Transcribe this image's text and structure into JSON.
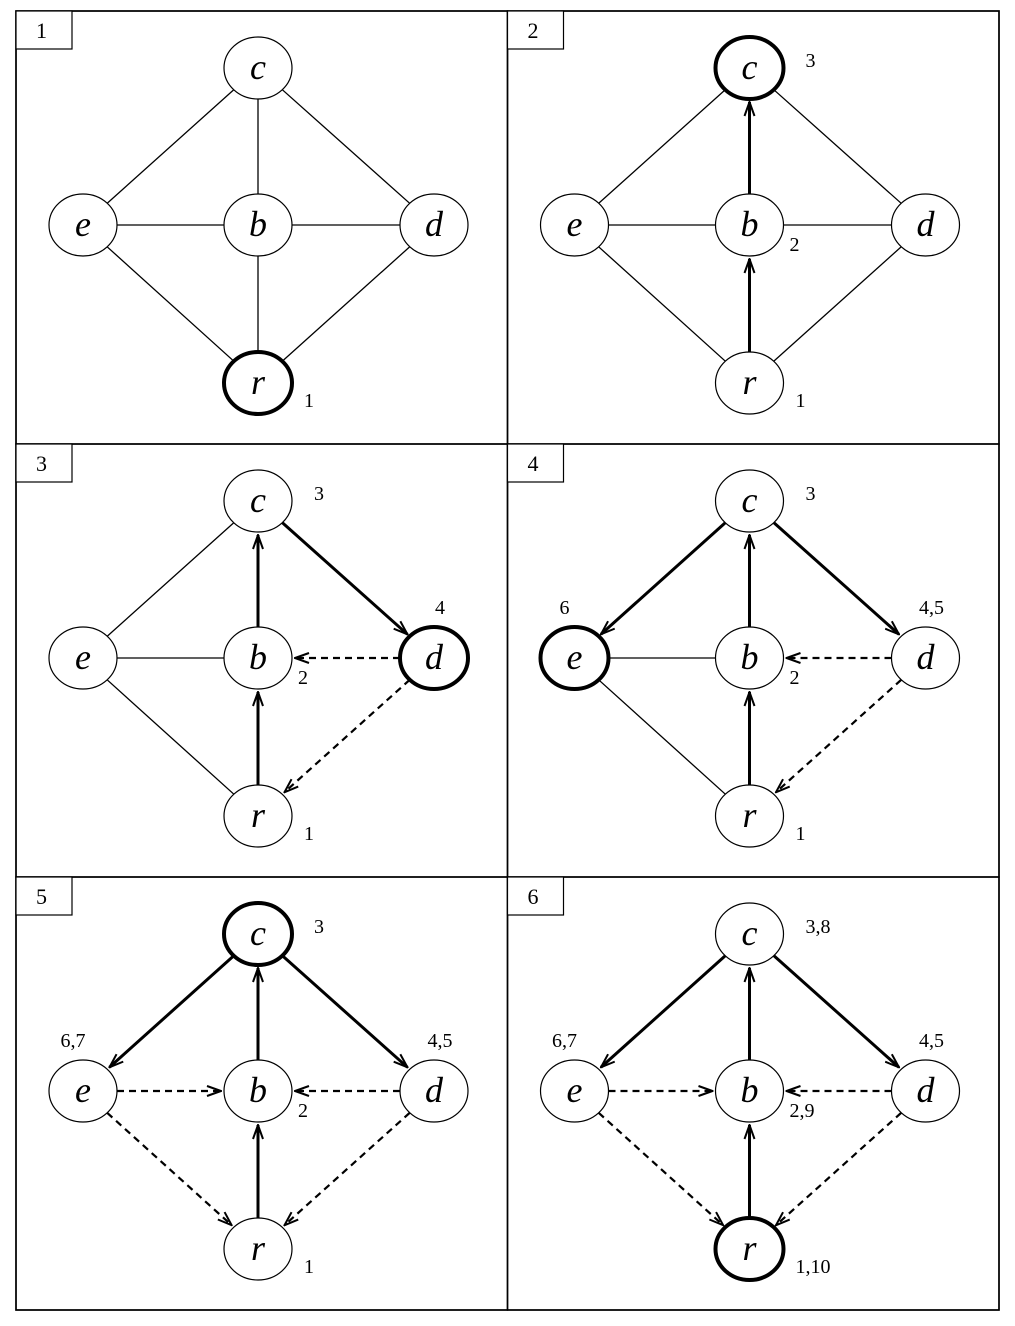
{
  "nodes": [
    {
      "id": "c",
      "label": "c"
    },
    {
      "id": "e",
      "label": "e"
    },
    {
      "id": "b",
      "label": "b"
    },
    {
      "id": "d",
      "label": "d"
    },
    {
      "id": "r",
      "label": "r"
    }
  ],
  "panels": [
    {
      "number": "1",
      "highlight": "r",
      "labels": {
        "r": "1"
      },
      "edges": [
        {
          "from": "c",
          "to": "e",
          "style": "plain"
        },
        {
          "from": "c",
          "to": "b",
          "style": "plain"
        },
        {
          "from": "c",
          "to": "d",
          "style": "plain"
        },
        {
          "from": "e",
          "to": "b",
          "style": "plain"
        },
        {
          "from": "b",
          "to": "d",
          "style": "plain"
        },
        {
          "from": "e",
          "to": "r",
          "style": "plain"
        },
        {
          "from": "b",
          "to": "r",
          "style": "plain"
        },
        {
          "from": "d",
          "to": "r",
          "style": "plain"
        }
      ]
    },
    {
      "number": "2",
      "highlight": "c",
      "labels": {
        "c": "3",
        "b": "2",
        "r": "1"
      },
      "edges": [
        {
          "from": "c",
          "to": "e",
          "style": "plain"
        },
        {
          "from": "c",
          "to": "d",
          "style": "plain"
        },
        {
          "from": "e",
          "to": "b",
          "style": "plain"
        },
        {
          "from": "b",
          "to": "d",
          "style": "plain"
        },
        {
          "from": "e",
          "to": "r",
          "style": "plain"
        },
        {
          "from": "d",
          "to": "r",
          "style": "plain"
        },
        {
          "from": "r",
          "to": "b",
          "style": "tree"
        },
        {
          "from": "b",
          "to": "c",
          "style": "tree"
        }
      ]
    },
    {
      "number": "3",
      "highlight": "d",
      "labels": {
        "c": "3",
        "d": "4",
        "b": "2",
        "r": "1"
      },
      "edges": [
        {
          "from": "c",
          "to": "e",
          "style": "plain"
        },
        {
          "from": "e",
          "to": "b",
          "style": "plain"
        },
        {
          "from": "e",
          "to": "r",
          "style": "plain"
        },
        {
          "from": "r",
          "to": "b",
          "style": "tree"
        },
        {
          "from": "b",
          "to": "c",
          "style": "tree"
        },
        {
          "from": "c",
          "to": "d",
          "style": "tree"
        },
        {
          "from": "d",
          "to": "b",
          "style": "back"
        },
        {
          "from": "d",
          "to": "r",
          "style": "back"
        }
      ]
    },
    {
      "number": "4",
      "highlight": "e",
      "labels": {
        "c": "3",
        "d": "4,5",
        "e": "6",
        "b": "2",
        "r": "1"
      },
      "edges": [
        {
          "from": "e",
          "to": "b",
          "style": "plain"
        },
        {
          "from": "e",
          "to": "r",
          "style": "plain"
        },
        {
          "from": "r",
          "to": "b",
          "style": "tree"
        },
        {
          "from": "b",
          "to": "c",
          "style": "tree"
        },
        {
          "from": "c",
          "to": "d",
          "style": "tree"
        },
        {
          "from": "c",
          "to": "e",
          "style": "tree"
        },
        {
          "from": "d",
          "to": "b",
          "style": "back"
        },
        {
          "from": "d",
          "to": "r",
          "style": "back"
        }
      ]
    },
    {
      "number": "5",
      "highlight": "c",
      "labels": {
        "c": "3",
        "d": "4,5",
        "e": "6,7",
        "b": "2",
        "r": "1"
      },
      "edges": [
        {
          "from": "r",
          "to": "b",
          "style": "tree"
        },
        {
          "from": "b",
          "to": "c",
          "style": "tree"
        },
        {
          "from": "c",
          "to": "d",
          "style": "tree"
        },
        {
          "from": "c",
          "to": "e",
          "style": "tree"
        },
        {
          "from": "d",
          "to": "b",
          "style": "back"
        },
        {
          "from": "d",
          "to": "r",
          "style": "back"
        },
        {
          "from": "e",
          "to": "b",
          "style": "back"
        },
        {
          "from": "e",
          "to": "r",
          "style": "back"
        }
      ]
    },
    {
      "number": "6",
      "highlight": "r",
      "labels": {
        "c": "3,8",
        "d": "4,5",
        "e": "6,7",
        "b": "2,9",
        "r": "1,10"
      },
      "edges": [
        {
          "from": "r",
          "to": "b",
          "style": "tree"
        },
        {
          "from": "b",
          "to": "c",
          "style": "tree"
        },
        {
          "from": "c",
          "to": "d",
          "style": "tree"
        },
        {
          "from": "c",
          "to": "e",
          "style": "tree"
        },
        {
          "from": "d",
          "to": "b",
          "style": "back"
        },
        {
          "from": "d",
          "to": "r",
          "style": "back"
        },
        {
          "from": "e",
          "to": "b",
          "style": "back"
        },
        {
          "from": "e",
          "to": "r",
          "style": "back"
        }
      ]
    }
  ]
}
